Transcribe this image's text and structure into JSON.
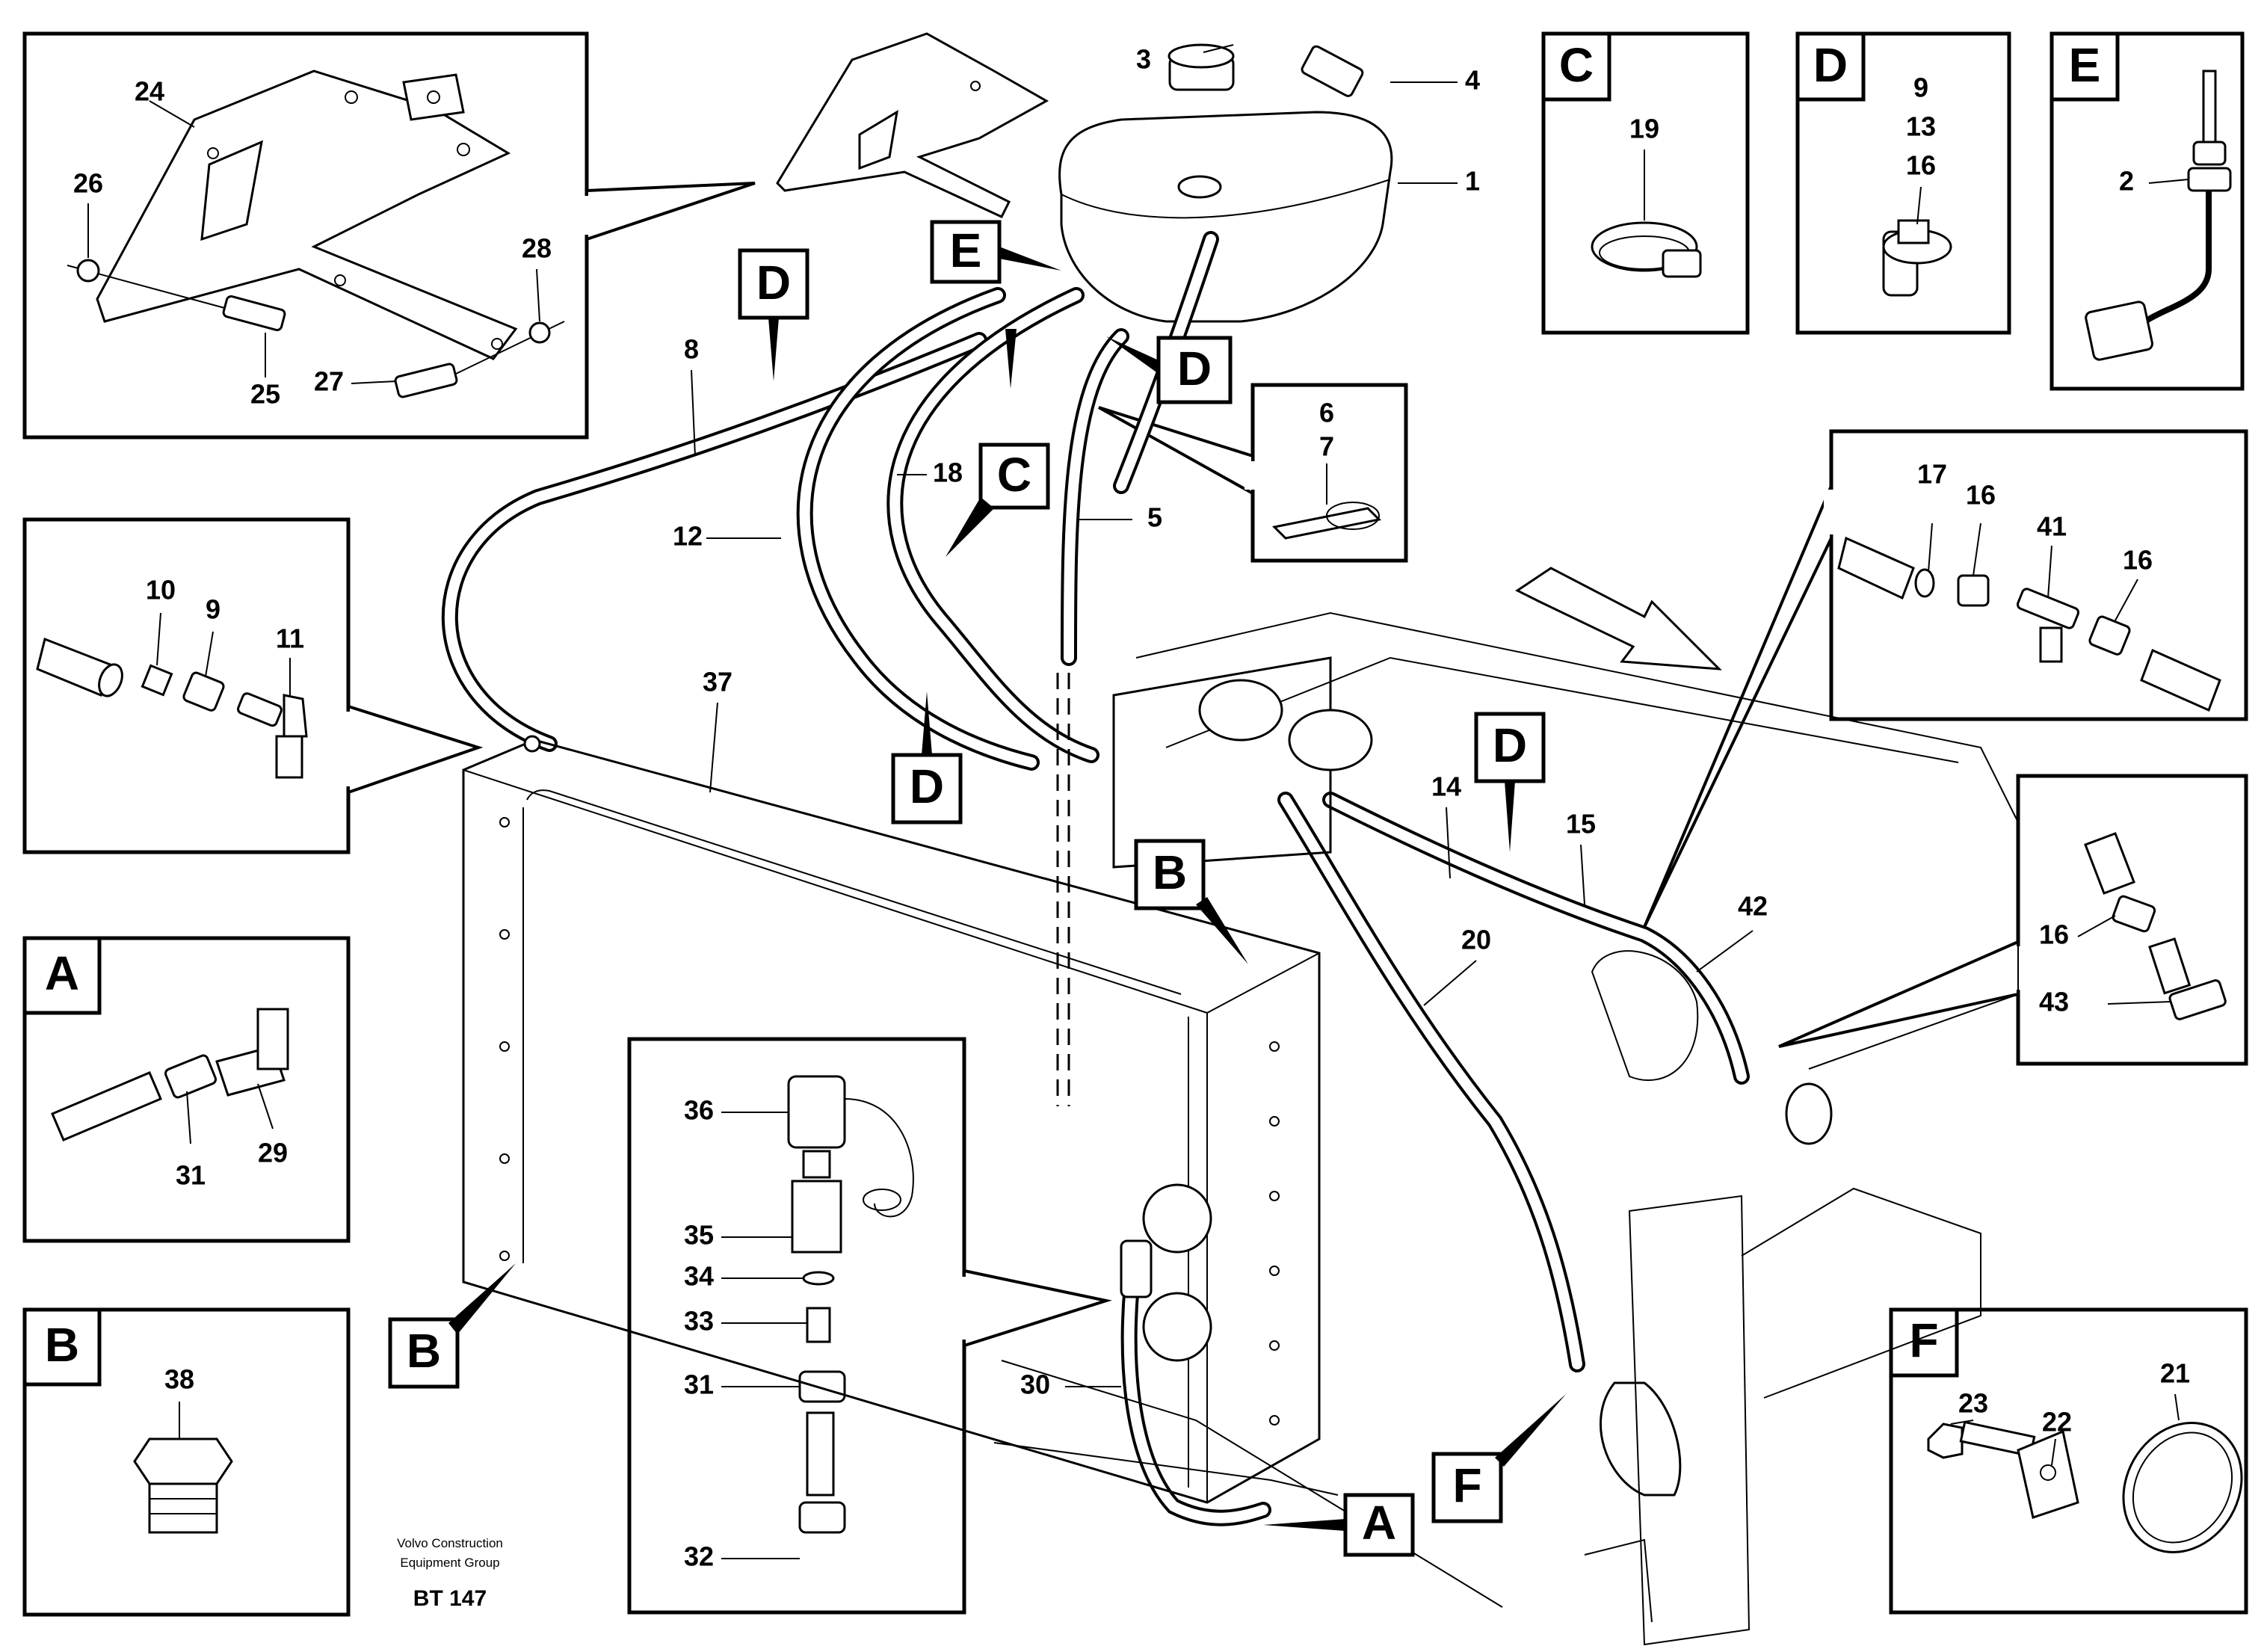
{
  "callouts": {
    "c1": "1",
    "c2": "2",
    "c3": "3",
    "c4": "4",
    "c5": "5",
    "c6": "6",
    "c7": "7",
    "c8": "8",
    "c9_d": "9",
    "c9_left": "9",
    "c10": "10",
    "c11": "11",
    "c12": "12",
    "c13": "13",
    "c14": "14",
    "c15": "15",
    "c16_d": "16",
    "c16_r1": "16",
    "c16_r2": "16",
    "c16_r3": "16",
    "c17": "17",
    "c18": "18",
    "c19": "19",
    "c20": "20",
    "c21": "21",
    "c22": "22",
    "c23": "23",
    "c24": "24",
    "c25": "25",
    "c26": "26",
    "c27": "27",
    "c28": "28",
    "c29": "29",
    "c30": "30",
    "c31_a": "31",
    "c31_tap": "31",
    "c32": "32",
    "c33": "33",
    "c34": "34",
    "c35": "35",
    "c36": "36",
    "c37": "37",
    "c38": "38",
    "c41": "41",
    "c42": "42",
    "c43": "43"
  },
  "letters": {
    "box_c": "C",
    "box_d": "D",
    "box_e": "E",
    "box_a": "A",
    "box_b": "B",
    "box_f": "F",
    "flag_d_left": "D",
    "flag_e": "E",
    "flag_d_tank": "D",
    "flag_c": "C",
    "flag_d_mid": "D",
    "flag_d_right": "D",
    "flag_b_top": "B",
    "flag_b_bottom": "B",
    "flag_a": "A",
    "flag_f": "F"
  },
  "footer": {
    "line1": "Volvo Construction",
    "line2": "Equipment Group",
    "code": "BT 147"
  }
}
